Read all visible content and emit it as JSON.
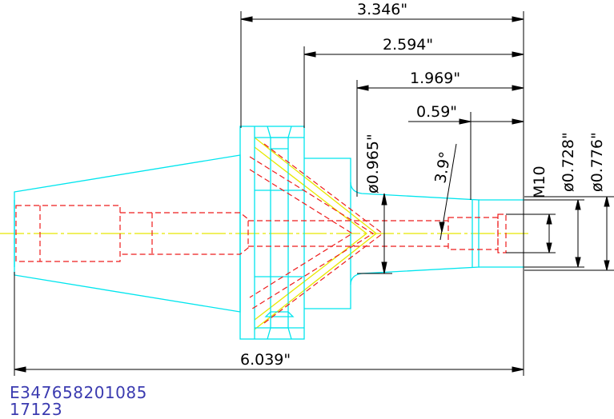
{
  "dimensions": {
    "d_3_346": "3.346\"",
    "d_2_594": "2.594\"",
    "d_1_969": "1.969\"",
    "d_0_59": "0.59\"",
    "d_6_039": "6.039\"",
    "dia_0_965": "ø0.965\"",
    "angle_3_9": "3.9°",
    "thread_m10": "M10",
    "dia_0_728": "ø0.728\"",
    "dia_0_776": "ø0.776\""
  },
  "part_codes": [
    "E347658201085",
    "17123"
  ],
  "colors": {
    "outline": "#00e5ee",
    "hidden": "#ee1c1c",
    "centerline": "#e8e800",
    "dimension": "#000000",
    "code_text": "#3b3bb0"
  }
}
